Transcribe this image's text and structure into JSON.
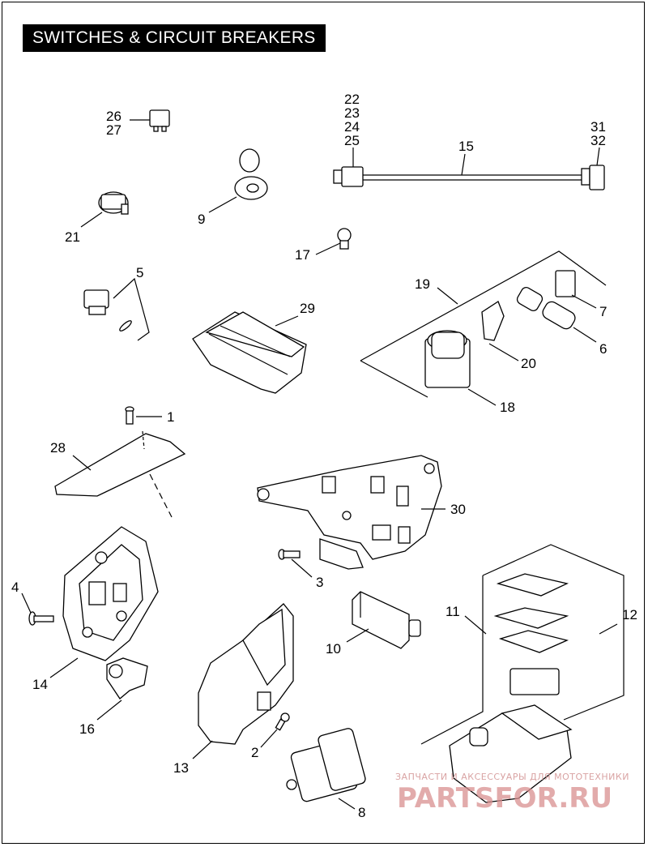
{
  "title": "SWITCHES & CIRCUIT BREAKERS",
  "labels": {
    "l1": "1",
    "l2": "2",
    "l3": "3",
    "l4": "4",
    "l5": "5",
    "l6": "6",
    "l7": "7",
    "l8": "8",
    "l9": "9",
    "l10": "10",
    "l11": "11",
    "l12": "12",
    "l13": "13",
    "l14": "14",
    "l15": "15",
    "l16": "16",
    "l17": "17",
    "l18": "18",
    "l19": "19",
    "l20": "20",
    "l21": "21",
    "l22": "22",
    "l23": "23",
    "l24": "24",
    "l25": "25",
    "l26": "26",
    "l27": "27",
    "l28": "28",
    "l29": "29",
    "l30": "30",
    "l31": "31",
    "l32": "32"
  },
  "watermark": {
    "line1": "ЗАПЧАСТИ И АКСЕССУАРЫ ДЛЯ МОТОТЕХНИКИ",
    "line2": "PARTSFOR.RU"
  }
}
